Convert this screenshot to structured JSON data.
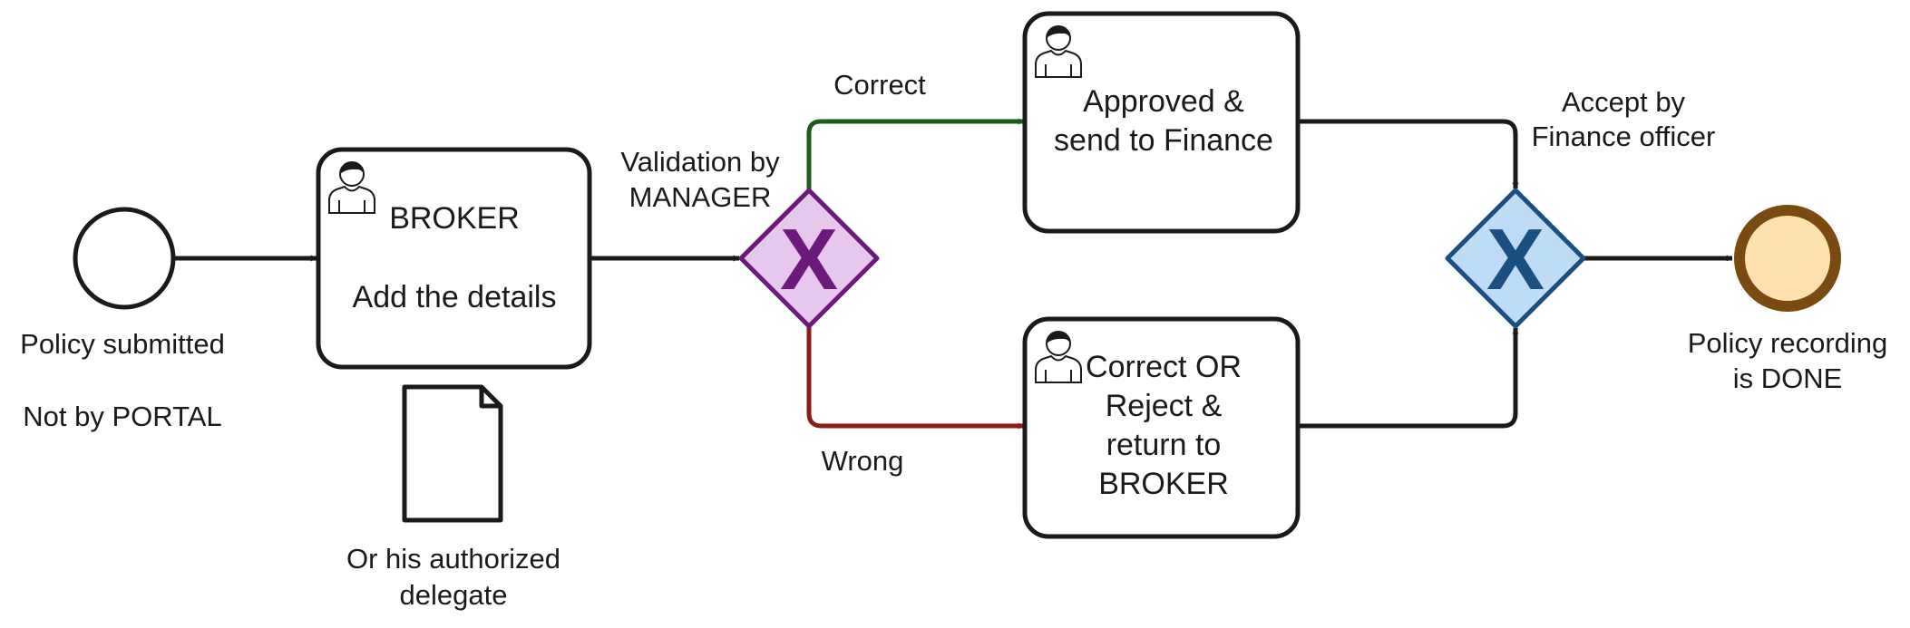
{
  "start_event": {
    "label_line1": "Policy submitted",
    "label_line2": "Not by PORTAL"
  },
  "task_broker": {
    "line1": "BROKER",
    "line2": "Add the details",
    "icon": "user-icon"
  },
  "document": {
    "icon": "document-icon",
    "label_line1": "Or his authorized",
    "label_line2": "delegate"
  },
  "gateway_validation": {
    "mark": "X",
    "label_line1": "Validation by",
    "label_line2": "MANAGER",
    "fill": "#e6c8ec",
    "stroke": "#6a1b7a",
    "text_color": "#6a1b7a"
  },
  "flow_correct": {
    "label": "Correct",
    "color": "#1e5a1e"
  },
  "flow_wrong": {
    "label": "Wrong",
    "color": "#8b1a1a"
  },
  "task_approved": {
    "line1": "Approved &",
    "line2": "send to Finance",
    "icon": "user-icon"
  },
  "task_correct_reject": {
    "line1": "Correct OR",
    "line2": "Reject &",
    "line3": "return to",
    "line4": "BROKER",
    "icon": "user-icon"
  },
  "gateway_finance": {
    "mark": "X",
    "label_line1": "Accept by",
    "label_line2": "Finance officer",
    "fill": "#bfdcf7",
    "stroke": "#1b4f80",
    "text_color": "#1b4f80"
  },
  "end_event": {
    "label_line1": "Policy recording",
    "label_line2": "is DONE",
    "fill": "#ffe0b0",
    "stroke": "#7a4a10",
    "text_color": "#7a4a10"
  },
  "colors": {
    "line": "#1a1a1a"
  }
}
